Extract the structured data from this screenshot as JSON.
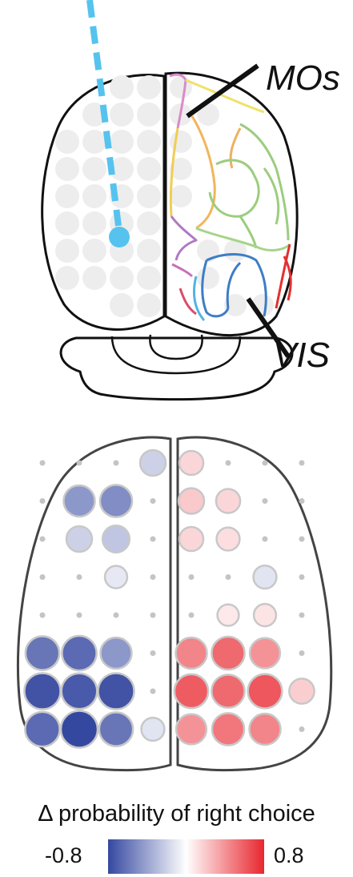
{
  "labels": {
    "area_motor": "MOs",
    "area_visual": "VIS"
  },
  "colorbar": {
    "title": "Δ probability of right choice",
    "min_label": "-0.8",
    "max_label": "0.8",
    "min": -0.8,
    "max": 0.8,
    "colors": [
      "#3548a0",
      "#ffffff",
      "#e8262e"
    ]
  },
  "colors": {
    "probe": "#55c3ee",
    "grid_dot": "#ededed",
    "outline": "#111111",
    "negative": "#3548a0",
    "positive": "#e8262e"
  },
  "chart_data": {
    "type": "heatmap",
    "value_range": [
      -0.8,
      0.8
    ],
    "rows": [
      {
        "row": 0,
        "left": [
          null,
          null,
          null,
          -0.2
        ],
        "right": [
          0.15,
          null,
          null,
          null
        ]
      },
      {
        "row": 1,
        "left": [
          null,
          -0.45,
          -0.5,
          null
        ],
        "right": [
          0.2,
          0.15,
          null,
          null
        ]
      },
      {
        "row": 2,
        "left": [
          null,
          -0.2,
          -0.25,
          null
        ],
        "right": [
          0.15,
          0.12,
          null,
          null
        ]
      },
      {
        "row": 3,
        "left": [
          null,
          null,
          -0.1,
          null
        ],
        "right": [
          null,
          null,
          -0.12,
          null
        ]
      },
      {
        "row": 4,
        "left": [
          null,
          null,
          null,
          null
        ],
        "right": [
          null,
          0.08,
          0.1,
          null
        ]
      },
      {
        "row": 5,
        "left": [
          -0.6,
          -0.65,
          -0.45,
          null
        ],
        "right": [
          0.45,
          0.55,
          0.4,
          null
        ]
      },
      {
        "row": 6,
        "left": [
          -0.75,
          -0.72,
          -0.75,
          null
        ],
        "right": [
          0.6,
          0.55,
          0.62,
          0.18
        ]
      },
      {
        "row": 7,
        "left": [
          -0.65,
          -0.8,
          -0.6,
          -0.12
        ],
        "right": [
          0.4,
          0.5,
          0.45,
          null
        ]
      }
    ]
  }
}
